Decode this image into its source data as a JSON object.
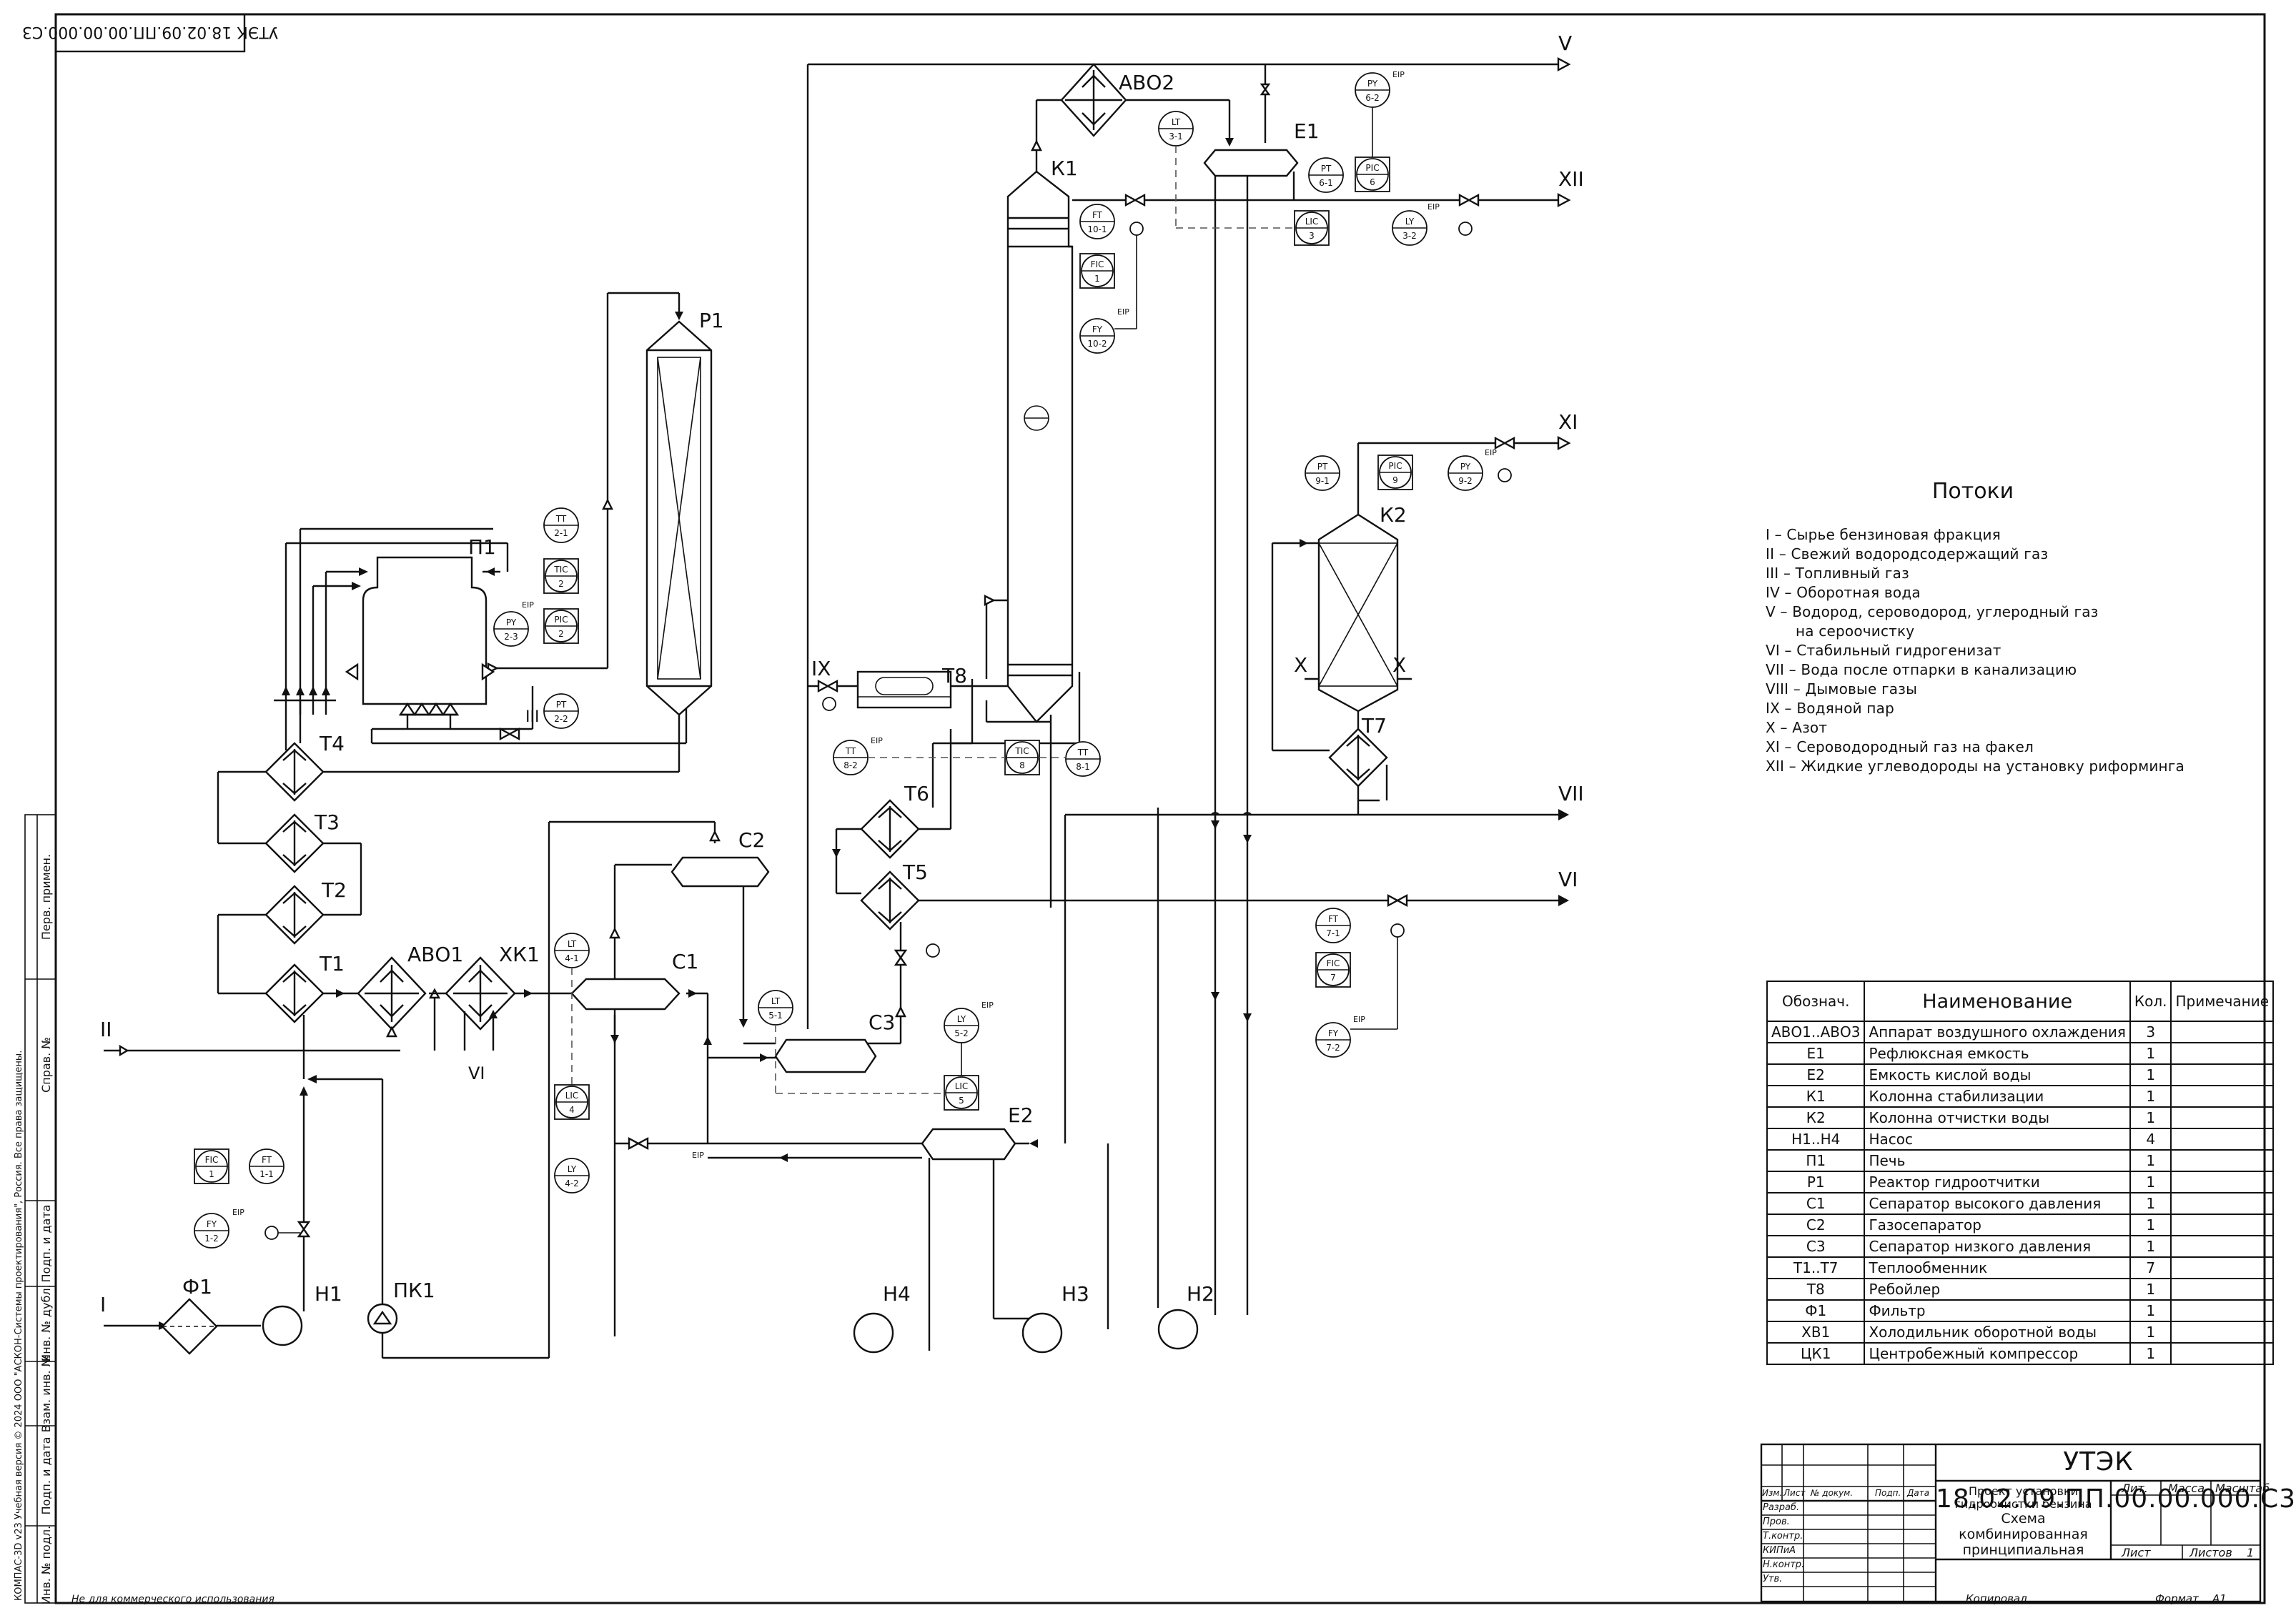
{
  "stamp_code": "УТЭК 18.02.09.ПП.00.00.000.С3",
  "side_labels": [
    "Перв. примен.",
    "Справ. №",
    "Подп. и дата",
    "Инв. № дубл.",
    "Взам. инв. №",
    "Подп. и дата",
    "Инв. № подл."
  ],
  "copyright": "КОМПАС-3D v23 Учебная версия © 2024 ООО \"АСКОН-Системы проектирования\", Россия. Все права защищены.",
  "footer": {
    "noncommercial": "Не для коммерческого использования",
    "copied": "Копировал",
    "format": "Формат",
    "format_value": "A1"
  },
  "equipment": {
    "furnace": "П1",
    "reactor": "Р1",
    "aircooler2": "АВО2",
    "aircooler1": "АВО1",
    "column_k1": "К1",
    "column_k2": "К2",
    "drum_e1": "Е1",
    "drum_e2": "Е2",
    "sep_c1": "С1",
    "sep_c2": "С2",
    "sep_c3": "С3",
    "hx_t1": "Т1",
    "hx_t2": "Т2",
    "hx_t3": "Т3",
    "hx_t4": "Т4",
    "hx_t5": "Т5",
    "hx_t6": "Т6",
    "hx_t7": "Т7",
    "reboiler_t8": "Т8",
    "cooler_xk1": "ХК1",
    "filter": "Ф1",
    "pump_h1": "Н1",
    "pump_h2": "Н2",
    "pump_h3": "Н3",
    "pump_h4": "Н4",
    "compressor": "ПК1"
  },
  "streams": {
    "I": "I",
    "II": "II",
    "III": "III",
    "V": "V",
    "VI": "VI",
    "VII": "VII",
    "IX": "IX",
    "X": "X",
    "XI": "XI",
    "XII": "XII"
  },
  "instruments": {
    "tt21": [
      "TT",
      "2-1"
    ],
    "tic2": [
      "TIC",
      "2"
    ],
    "pic2": [
      "PIC",
      "2"
    ],
    "py23": [
      "PY",
      "2-3"
    ],
    "pt22": [
      "PT",
      "2-2"
    ],
    "lt31": [
      "LT",
      "3-1"
    ],
    "ft101": [
      "FT",
      "10-1"
    ],
    "fic1": [
      "FIC",
      "1"
    ],
    "fy102": [
      "FY",
      "10-2"
    ],
    "pt61": [
      "PT",
      "6-1"
    ],
    "pic6": [
      "PIC",
      "6"
    ],
    "py62": [
      "PY",
      "6-2"
    ],
    "lic3": [
      "LIC",
      "3"
    ],
    "ly32": [
      "LY",
      "3-2"
    ],
    "pt91": [
      "PT",
      "9-1"
    ],
    "pic9": [
      "PIC",
      "9"
    ],
    "py92": [
      "PY",
      "9-2"
    ],
    "ft71": [
      "FT",
      "7-1"
    ],
    "fic7": [
      "FIC",
      "7"
    ],
    "fy72": [
      "FY",
      "7-2"
    ],
    "tt82": [
      "TT",
      "8-2"
    ],
    "tic8": [
      "TIC",
      "8"
    ],
    "tt81": [
      "TT",
      "8-1"
    ],
    "lt41": [
      "LT",
      "4-1"
    ],
    "lic4": [
      "LIC",
      "4"
    ],
    "ly42": [
      "LY",
      "4-2"
    ],
    "lt51": [
      "LT",
      "5-1"
    ],
    "ly52": [
      "LY",
      "5-2"
    ],
    "lic5": [
      "LIC",
      "5"
    ],
    "fic11": [
      "FIC",
      "1"
    ],
    "ft11": [
      "FT",
      "1-1"
    ],
    "fy12": [
      "FY",
      "1-2"
    ],
    "eip": "EIP"
  },
  "legend": {
    "title": "Потоки",
    "items": [
      "I – Сырье бензиновая фракция",
      "II – Свежий водородсодержащий газ",
      "III – Топливный газ",
      "IV – Оборотная вода",
      "V – Водород, сероводород, углеродный газ",
      "на сероочистку",
      "VI – Стабильный гидрогенизат",
      "VII – Вода после отпарки в канализацию",
      "VIII – Дымовые газы",
      "IX – Водяной пар",
      "X – Азот",
      "XI – Сероводородный газ на факел",
      "XII – Жидкие углеводороды на установку риформинга"
    ]
  },
  "spec_table": {
    "headers": [
      "Обознач.",
      "Наименование",
      "Кол.",
      "Примечание"
    ],
    "rows": [
      [
        "АВО1..АВО3",
        "Аппарат воздушного охлаждения",
        "3"
      ],
      [
        "Е1",
        "Рефлюксная емкость",
        "1"
      ],
      [
        "Е2",
        "Емкость кислой воды",
        "1"
      ],
      [
        "К1",
        "Колонна стабилизации",
        "1"
      ],
      [
        "К2",
        "Колонна отчистки воды",
        "1"
      ],
      [
        "Н1..Н4",
        "Насос",
        "4"
      ],
      [
        "П1",
        "Печь",
        "1"
      ],
      [
        "Р1",
        "Реактор гидроотчитки",
        "1"
      ],
      [
        "С1",
        "Сепаратор высокого давления",
        "1"
      ],
      [
        "С2",
        "Газосепаратор",
        "1"
      ],
      [
        "С3",
        "Сепаратор низкого давления",
        "1"
      ],
      [
        "Т1..Т7",
        "Теплообменник",
        "7"
      ],
      [
        "Т8",
        "Ребойлер",
        "1"
      ],
      [
        "Ф1",
        "Фильтр",
        "1"
      ],
      [
        "ХВ1",
        "Холодильник оборотной воды",
        "1"
      ],
      [
        "ЦК1",
        "Центробежный компрессор",
        "1"
      ]
    ]
  },
  "title_block": {
    "code": "УТЭК 18.02.09.ПП.00.00.000.С3",
    "project": "Проект установки гидроочистки бензина",
    "doc_name": "Схема комбинированная принципиальная",
    "col_labels": [
      "Изм.",
      "Лист",
      "№ докум.",
      "Подп.",
      "Дата"
    ],
    "row_labels": [
      "Разраб.",
      "Пров.",
      "Т.контр.",
      "КИПиА",
      "Н.контр.",
      "Утв."
    ],
    "lit": "Лит.",
    "mass": "Масса",
    "scale": "Масштаб",
    "sheet": "Лист",
    "sheets": "Листов",
    "sheets_value": "1"
  }
}
